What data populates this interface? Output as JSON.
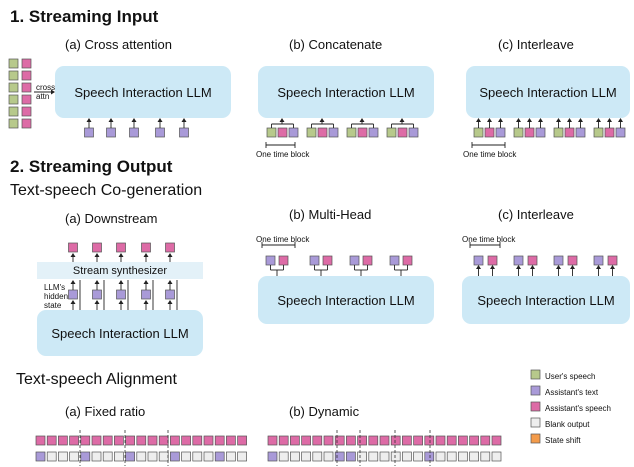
{
  "colors": {
    "user_speech": "#b7c98b",
    "assistant_text": "#a99ad8",
    "assistant_speech": "#dd6ba6",
    "blank": "#eeeeee",
    "state_shift": "#f39b4a",
    "llm_bg": "#cde9f6"
  },
  "section1": {
    "title": "1. Streaming Input",
    "cross": {
      "caption": "(a) Cross attention",
      "llm": "Speech Interaction LLM",
      "cross_label_1": "cross",
      "cross_label_2": "attn"
    },
    "concat": {
      "caption": "(b) Concatenate",
      "llm": "Speech Interaction LLM",
      "time_block": "One time block"
    },
    "interleave": {
      "caption": "(c) Interleave",
      "llm": "Speech Interaction LLM",
      "time_block": "One time block"
    }
  },
  "section2": {
    "title": "2. Streaming Output",
    "cogen": "Text-speech Co-generation",
    "downstream": {
      "caption": "(a) Downstream",
      "synth": "Stream synthesizer",
      "hidden_1": "LLM's",
      "hidden_2": "hidden",
      "hidden_3": "state",
      "llm": "Speech Interaction LLM"
    },
    "multihead": {
      "caption": "(b) Multi-Head",
      "llm": "Speech Interaction LLM",
      "time_block": "One time block"
    },
    "interleave": {
      "caption": "(c) Interleave",
      "llm": "Speech Interaction LLM",
      "time_block": "One time block"
    }
  },
  "alignment": {
    "title": "Text-speech Alignment",
    "fixed": {
      "caption": "(a) Fixed ratio"
    },
    "dynamic": {
      "caption": "(b) Dynamic"
    }
  },
  "legend": {
    "user_speech": "User's speech",
    "assistant_text": "Assistant's text",
    "assistant_speech": "Assistant's speech",
    "blank": "Blank output",
    "state_shift": "State shift"
  }
}
